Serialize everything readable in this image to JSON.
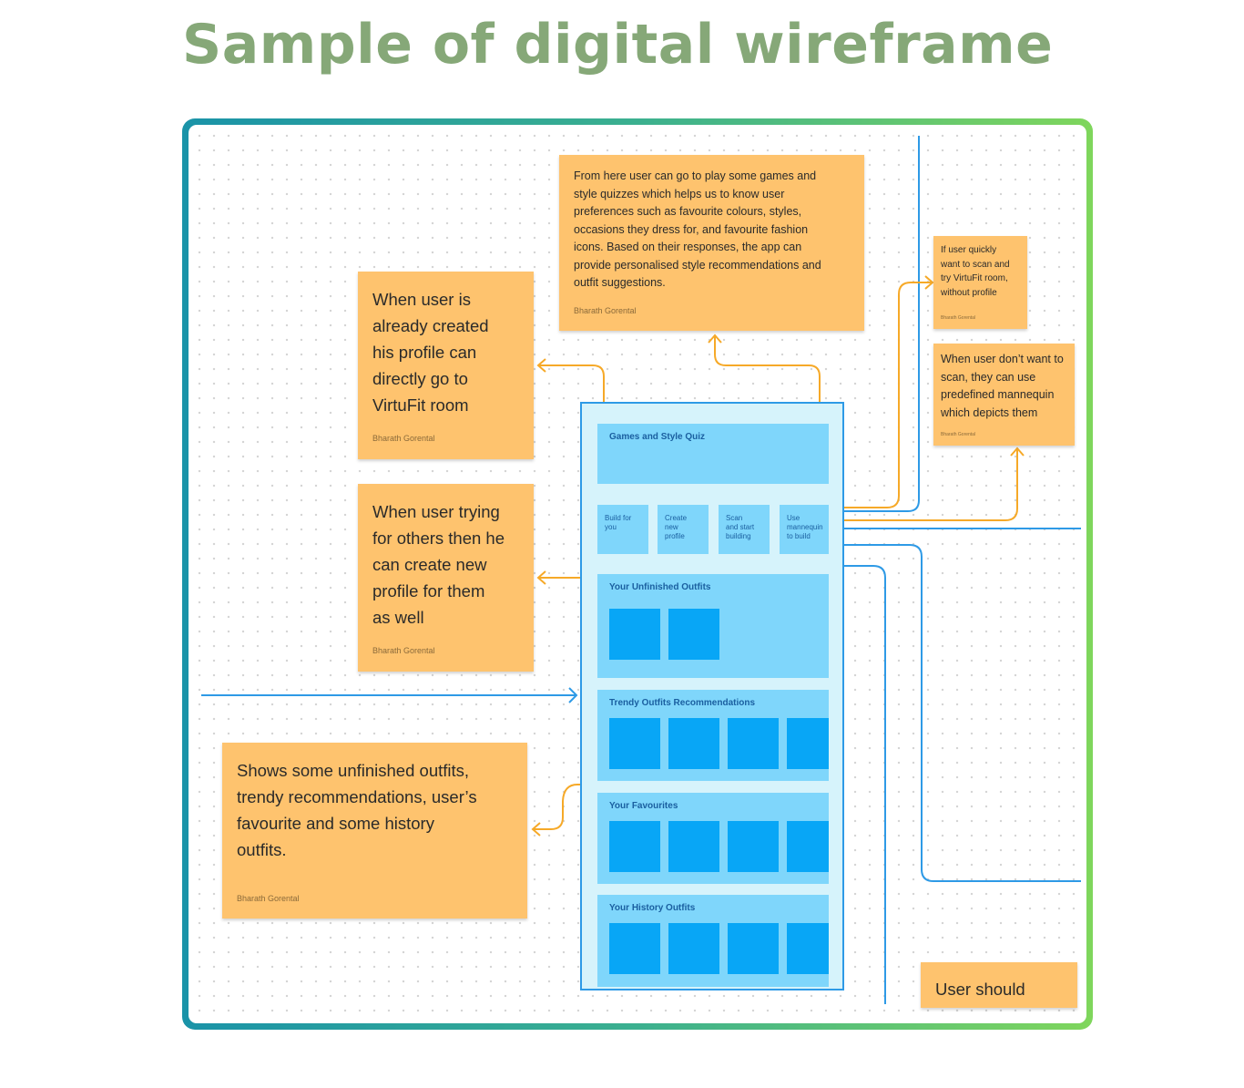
{
  "title": "Sample of digital wireframe",
  "notes": {
    "games_quiz": {
      "text": "From here user can go to play some games and\nstyle quizzes which helps us to know user\npreferences such as favourite colours, styles,\noccasions they dress for, and favourite fashion\nicons. Based on their responses, the app can\nprovide personalised style recommendations and\noutfit suggestions.",
      "author": "Bharath Gorental"
    },
    "profile_created": {
      "text": "When user is\nalready created\nhis profile can\ndirectly go to\nVirtuFit room",
      "author": "Bharath Gorental"
    },
    "others_profile": {
      "text": "When user trying\nfor others then he\ncan create new\nprofile for them\nas well",
      "author": "Bharath Gorental"
    },
    "shows_outfits": {
      "text": "Shows some unfinished outfits,\ntrendy recommendations, user’s\nfavourite and some history\noutfits.",
      "author": "Bharath Gorental"
    },
    "quick_scan": {
      "text": "If user quickly\nwant to scan and\ntry VirtuFit room,\nwithout profile",
      "author": "Bharath Gorental"
    },
    "mannequin": {
      "text": "When user don’t want to\nscan, they can use\npredefined mannequin\nwhich depicts them",
      "author": "Bharath Gorental"
    },
    "scan_note": {
      "text": "User should scan"
    }
  },
  "wireframe": {
    "quiz_label": "Games and Style Quiz",
    "buttons": [
      "Build for\nyou",
      "Create\nnew\nprofile",
      "Scan\nand start\nbuilding",
      "Use\nmannequin\nto build"
    ],
    "sections": {
      "unfinished": "Your Unfinished Outfits",
      "trendy": "Trendy Outfits Recommendations",
      "favourites": "Your Favourites",
      "history": "Your History Outfits"
    }
  },
  "colors": {
    "title": "#86a878",
    "sticky_note": "#fec36e",
    "connector_orange": "#f6a928",
    "connector_blue": "#2e9ae6",
    "card": "#7fd6fb",
    "tile": "#08a6f6"
  }
}
